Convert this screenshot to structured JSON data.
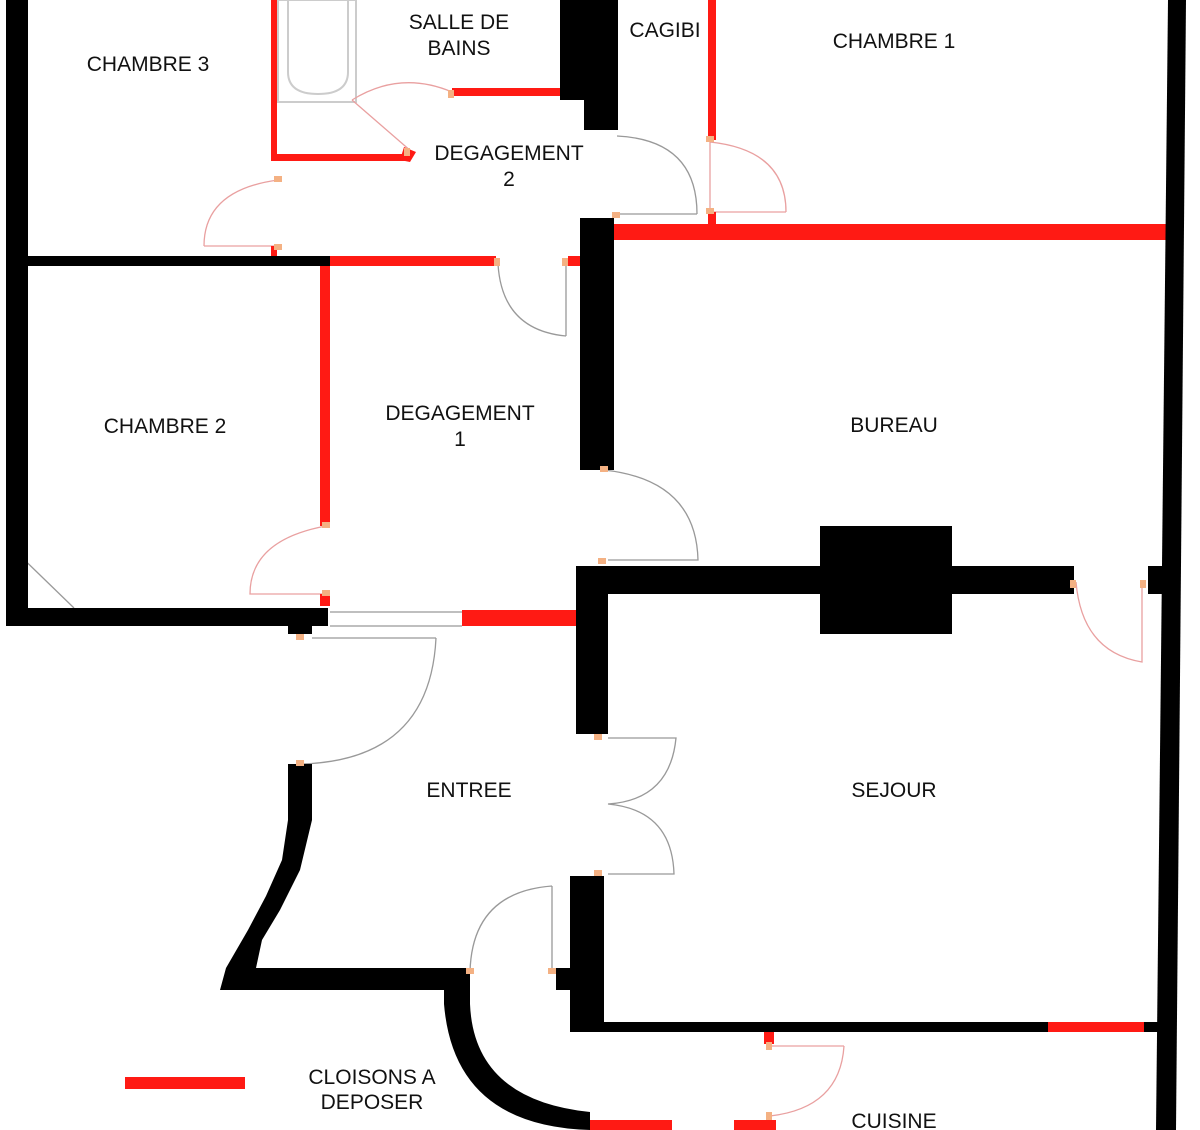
{
  "colors": {
    "wall": "#000000",
    "partition_to_remove": "#ff1a14",
    "door_arc": "#999999",
    "door_arc_red": "#e9a0a0",
    "hinge": "#f4b183",
    "fixture": "#cccccc",
    "background": "#ffffff"
  },
  "rooms": {
    "chambre3": "CHAMBRE 3",
    "salle_de_bains_l1": "SALLE DE",
    "salle_de_bains_l2": "BAINS",
    "cagibi": "CAGIBI",
    "chambre1": "CHAMBRE 1",
    "degagement2_l1": "DEGAGEMENT",
    "degagement2_l2": "2",
    "chambre2": "CHAMBRE 2",
    "degagement1_l1": "DEGAGEMENT",
    "degagement1_l2": "1",
    "bureau": "BUREAU",
    "entree": "ENTREE",
    "sejour": "SEJOUR",
    "cuisine": "CUISINE"
  },
  "legend": {
    "label_l1": "CLOISONS A",
    "label_l2": "DEPOSER"
  }
}
